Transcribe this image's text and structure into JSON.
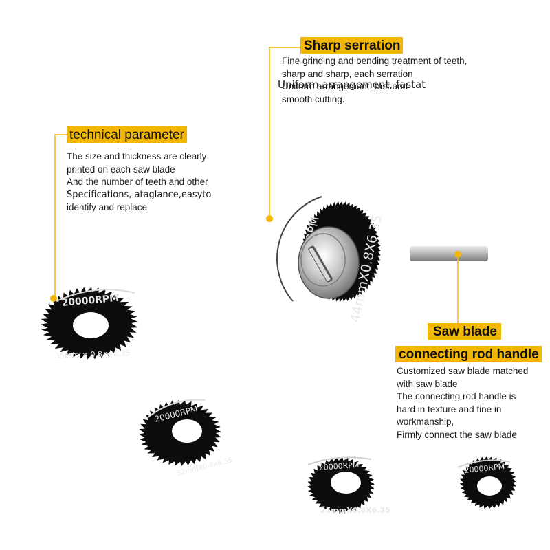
{
  "labels": {
    "sharp_serration": {
      "title": "Sharp serration",
      "lines": [
        "Fine grinding and bending treatment of teeth,",
        "sharp and sharp, each serration",
        "Uniform arrangement, fast and",
        "smooth cutting."
      ],
      "overlay": "Uniform arrangement, fastat"
    },
    "technical_parameter": {
      "title": "technical parameter",
      "lines": [
        "The size and thickness are clearly",
        "printed on each saw blade",
        "And the number of teeth and other",
        "Specifications, ataglance,easyto",
        "identify and replace"
      ]
    },
    "saw_blade": {
      "title_line1": "Saw blade",
      "title_line2": "connecting rod handle",
      "lines": [
        "Customized saw blade matched",
        "with saw blade",
        "The connecting rod handle is",
        "hard in texture and fine in",
        "workmanship,",
        "Firmly connect the saw blade"
      ]
    }
  },
  "blades": {
    "big": {
      "rpm": "20000RPM",
      "spec": "44mmX0.8X6.35"
    },
    "b35": {
      "rpm": "20000RPM",
      "spec": "35mm × 0.8 × 6.35"
    },
    "b32": {
      "rpm": "20000RPM",
      "spec": "32mmX0.8x6.35"
    },
    "b25": {
      "rpm": "20000RPM",
      "spec": "25mmX0.8X6.35"
    },
    "b22": {
      "rpm": "20000RPM"
    }
  },
  "colors": {
    "accent": "#f2b705",
    "blade": "#0d0d0d",
    "text": "#1a1a1a"
  }
}
